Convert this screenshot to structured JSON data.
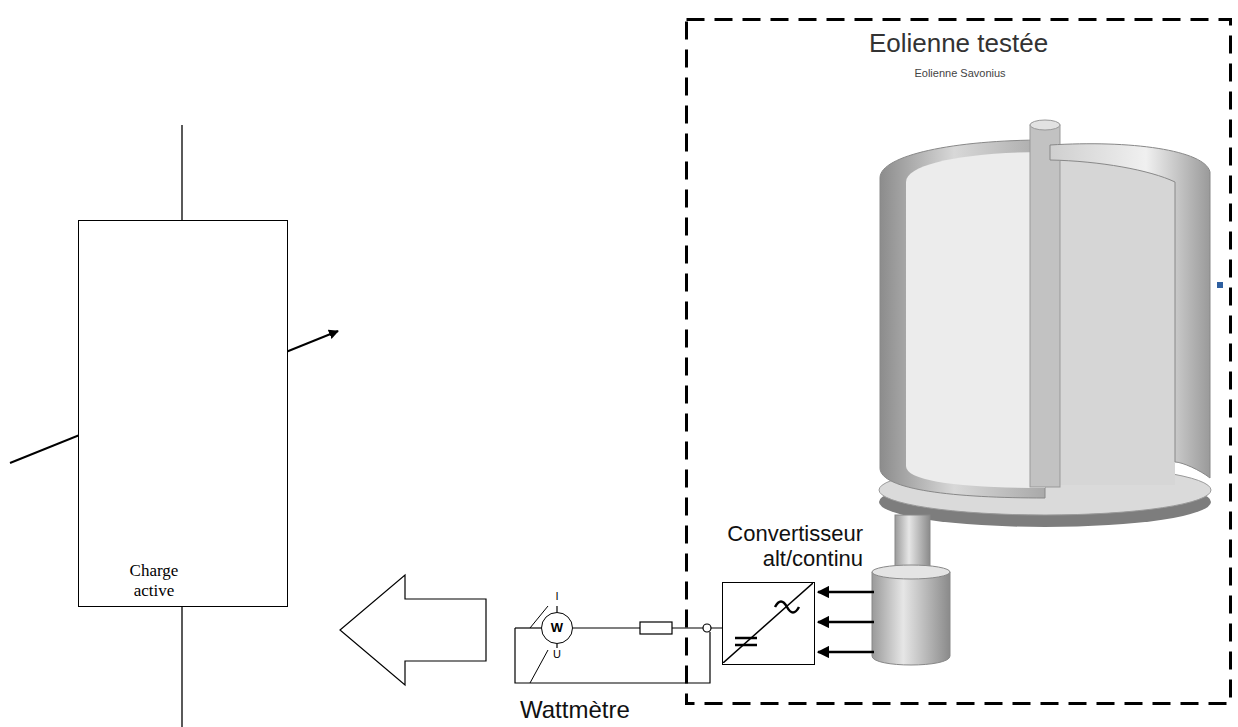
{
  "diagram": {
    "nodes": [
      {
        "text": [
          "Charge active"
        ]
      },
      {
        "text": [
          "Eolienne testée"
        ]
      },
      {
        "text": [
          "Convertisseur alt/continu"
        ],
        "in": 1
      },
      {
        "text": [
          "W"
        ]
      }
    ],
    "edges": [
      {
        "from": 2,
        "to": 3,
        "arrow": "none"
      },
      {
        "from": 3,
        "to": 0,
        "arrow": "to"
      }
    ],
    "labels": [
      "Eolienne Savonius",
      "I",
      "U",
      "Wattmètre"
    ]
  }
}
